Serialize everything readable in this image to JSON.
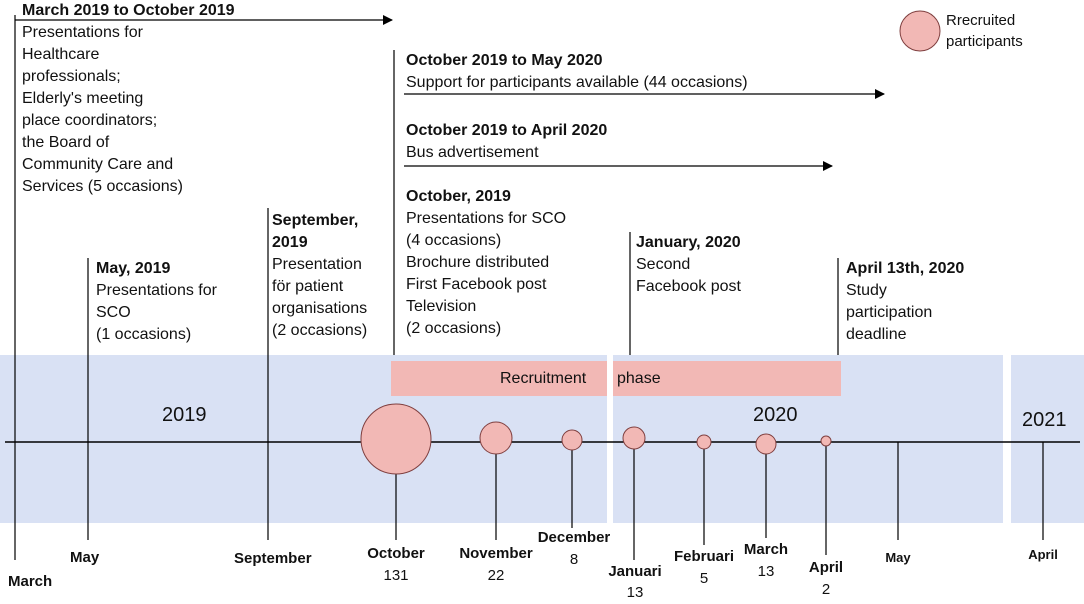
{
  "legend": {
    "label_line1": "Rrecruited",
    "label_line2": "participants",
    "color": "#f2b8b5"
  },
  "colors": {
    "band": "#d9e1f4",
    "bubble": "#f2b8b5",
    "line": "#000000"
  },
  "years": {
    "y2019": "2019",
    "y2020": "2020",
    "y2021": "2021"
  },
  "recruitment": {
    "part1": "Recruitment",
    "part2": "phase"
  },
  "events": {
    "e1": {
      "title": "March 2019  to October 2019",
      "lines": [
        "Presentations for",
        "Healthcare",
        "professionals;",
        "Elderly's meeting",
        "place coordinators;",
        "the Board of",
        "Community Care and",
        "Services (5 occasions)"
      ]
    },
    "e2": {
      "title": "October 2019  to May 2020",
      "line": "Support for participants available (44 occasions)"
    },
    "e3": {
      "title": "October 2019  to April 2020",
      "line": "Bus advertisement"
    },
    "e4": {
      "title": "October, 2019",
      "lines": [
        "Presentations for SCO",
        "(4 occasions)",
        "Brochure distributed",
        "First Facebook post",
        "Television",
        "(2 occasions)"
      ]
    },
    "e5": {
      "title1": "September,",
      "title2": "2019",
      "lines": [
        "Presentation",
        "för patient",
        "organisations",
        "(2 occasions)"
      ]
    },
    "e6": {
      "title": "May, 2019",
      "lines": [
        "Presentations for",
        "SCO",
        "(1 occasions)"
      ]
    },
    "e7": {
      "title": "January, 2020",
      "lines": [
        "Second",
        "Facebook post"
      ]
    },
    "e8": {
      "title": "April 13th,  2020",
      "lines": [
        "Study",
        "participation",
        "deadline"
      ]
    }
  },
  "months": {
    "march": "March",
    "may": "May",
    "september": "September",
    "october": "October",
    "october_n": "131",
    "november": "November",
    "november_n": "22",
    "december": "December",
    "december_n": "8",
    "januari": "Januari",
    "januari_n": "13",
    "februari": "Februari",
    "februari_n": "5",
    "march20": "March",
    "march20_n": "13",
    "april20": "April",
    "april20_n": "2",
    "may20": "May",
    "april21": "April"
  }
}
